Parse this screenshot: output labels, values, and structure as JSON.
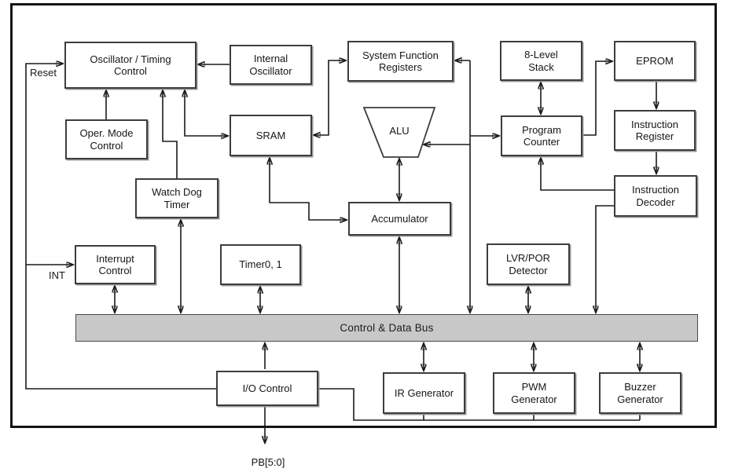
{
  "diagram": {
    "type": "mcu-block-diagram",
    "colors": {
      "background": "#ffffff",
      "line": "#1a1a1a",
      "frame_border": "#141414",
      "box_border": "#3d3d3d",
      "box_fill": "#ffffff",
      "bus_fill": "#c8c8c8",
      "text": "#161616"
    }
  },
  "blocks": {
    "oscillator_timing_control": {
      "lines": [
        "Oscillator / Timing",
        "Control"
      ]
    },
    "internal_oscillator": {
      "lines": [
        "Internal",
        "Oscillator"
      ]
    },
    "system_function_registers": {
      "lines": [
        "System Function",
        "Registers"
      ]
    },
    "eight_level_stack": {
      "lines": [
        "8-Level",
        "Stack"
      ]
    },
    "eprom": {
      "lines": [
        "EPROM"
      ]
    },
    "oper_mode_control": {
      "lines": [
        "Oper. Mode",
        "Control"
      ]
    },
    "sram": {
      "lines": [
        "SRAM"
      ]
    },
    "alu": {
      "lines": [
        "ALU"
      ]
    },
    "program_counter": {
      "lines": [
        "Program",
        "Counter"
      ]
    },
    "instruction_register": {
      "lines": [
        "Instruction",
        "Register"
      ]
    },
    "watch_dog_timer": {
      "lines": [
        "Watch Dog",
        "Timer"
      ]
    },
    "accumulator": {
      "lines": [
        "Accumulator"
      ]
    },
    "instruction_decoder": {
      "lines": [
        "Instruction",
        "Decoder"
      ]
    },
    "interrupt_control": {
      "lines": [
        "Interrupt",
        "Control"
      ]
    },
    "timer01": {
      "lines": [
        "Timer0, 1"
      ]
    },
    "lvr_por_detector": {
      "lines": [
        "LVR/POR",
        "Detector"
      ]
    },
    "io_control": {
      "lines": [
        "I/O Control"
      ]
    },
    "ir_generator": {
      "lines": [
        "IR Generator"
      ]
    },
    "pwm_generator": {
      "lines": [
        "PWM",
        "Generator"
      ]
    },
    "buzzer_generator": {
      "lines": [
        "Buzzer",
        "Generator"
      ]
    }
  },
  "bus": {
    "label": "Control & Data Bus"
  },
  "pins": {
    "reset": "Reset",
    "int": "INT",
    "pb": "PB[5:0]"
  }
}
